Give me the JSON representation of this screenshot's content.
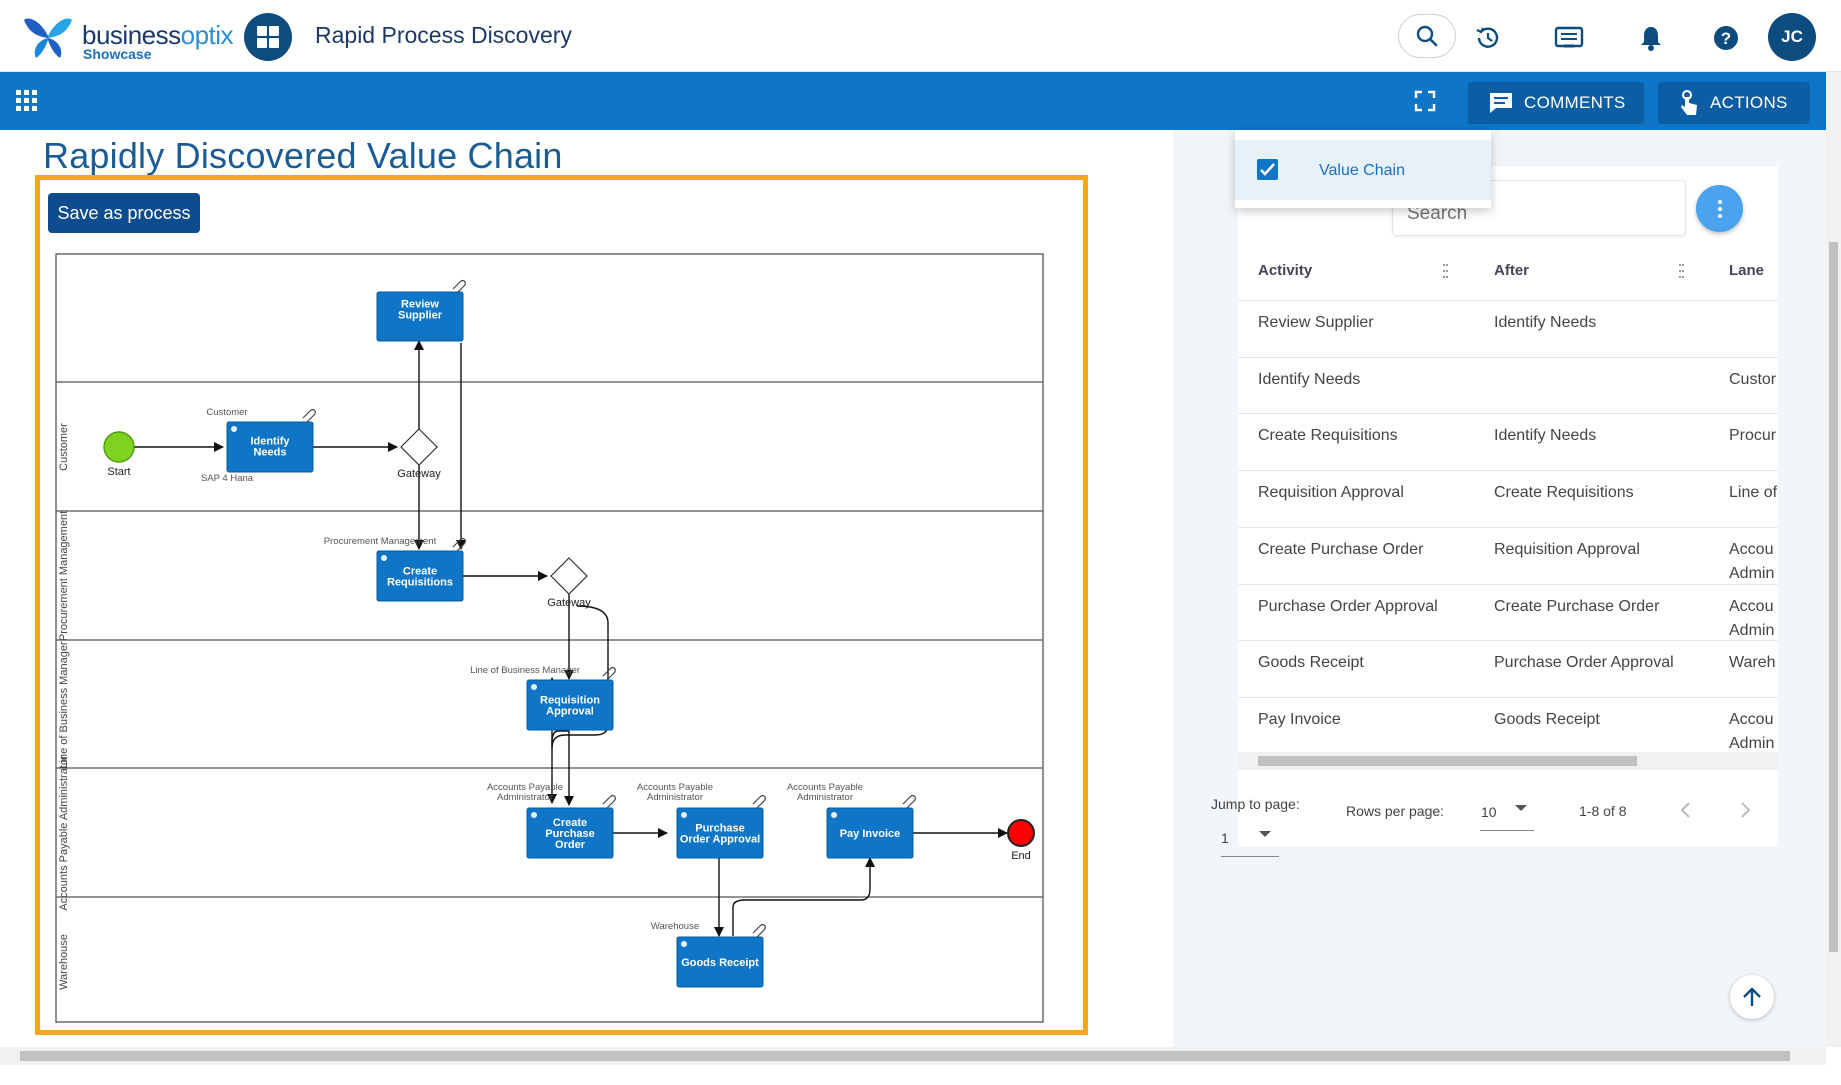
{
  "header": {
    "brand_name_a": "business",
    "brand_name_b": "optix",
    "brand_sub": "Showcase",
    "app_title": "Rapid Process Discovery",
    "user_initials": "JC"
  },
  "toolbar": {
    "comments_label": "COMMENTS",
    "actions_label": "ACTIONS"
  },
  "main": {
    "page_title": "Rapidly Discovered Value Chain",
    "save_button_label": "Save as process"
  },
  "diagram": {
    "lanes": [
      "",
      "Customer",
      "Procurement Management",
      "Line of Business Manager",
      "Accounts Payable Administrator",
      "Warehouse"
    ],
    "nodes": {
      "review_supplier": "Review Supplier",
      "identify_needs": "Identify Needs",
      "create_requisitions": "Create Requisitions",
      "requisition_approval": "Requisition Approval",
      "create_purchase_order": "Create Purchase Order",
      "purchase_order_approval": "Purchase Order Approval",
      "pay_invoice": "Pay Invoice",
      "goods_receipt": "Goods Receipt"
    },
    "roles": {
      "customer": "Customer",
      "procurement": "Procurement Management",
      "lob": "Line of Business Manager",
      "ap_a": "Accounts Payable",
      "ap_b": "Administrator",
      "warehouse": "Warehouse"
    },
    "system_label": "SAP 4 Hana",
    "start_label": "Start",
    "end_label": "End",
    "gateway_label": "Gateway"
  },
  "filter": {
    "selected_option": "Value Chain",
    "search_placeholder": "Search"
  },
  "table": {
    "columns": [
      "Activity",
      "After",
      "Lane"
    ],
    "rows": [
      {
        "activity": "Review Supplier",
        "after": "Identify Needs",
        "lane": ""
      },
      {
        "activity": "Identify Needs",
        "after": "",
        "lane": "Custor"
      },
      {
        "activity": "Create Requisitions",
        "after": "Identify Needs",
        "lane": "Procur"
      },
      {
        "activity": "Requisition Approval",
        "after": "Create Requisitions",
        "lane": "Line of"
      },
      {
        "activity": "Create Purchase Order",
        "after": "Requisition Approval",
        "lane": "Accou Admin"
      },
      {
        "activity": "Purchase Order Approval",
        "after": "Create Purchase Order",
        "lane": "Accou Admin"
      },
      {
        "activity": "Goods Receipt",
        "after": "Purchase Order Approval",
        "lane": "Wareh"
      },
      {
        "activity": "Pay Invoice",
        "after": "Goods Receipt",
        "lane": "Accou Admin"
      }
    ]
  },
  "pagination": {
    "jump_label": "Jump to page:",
    "jump_value": "1",
    "rows_per_page_label": "Rows per page:",
    "rows_per_page_value": "10",
    "range_text": "1-8 of 8"
  },
  "colors": {
    "brand_dark": "#0d4c7f",
    "toolbar_blue": "#0f75c6",
    "highlight_border": "#f4a81d",
    "task_blue": "#0f75c6",
    "start_green": "#7ed321",
    "end_red": "#ff0000"
  }
}
